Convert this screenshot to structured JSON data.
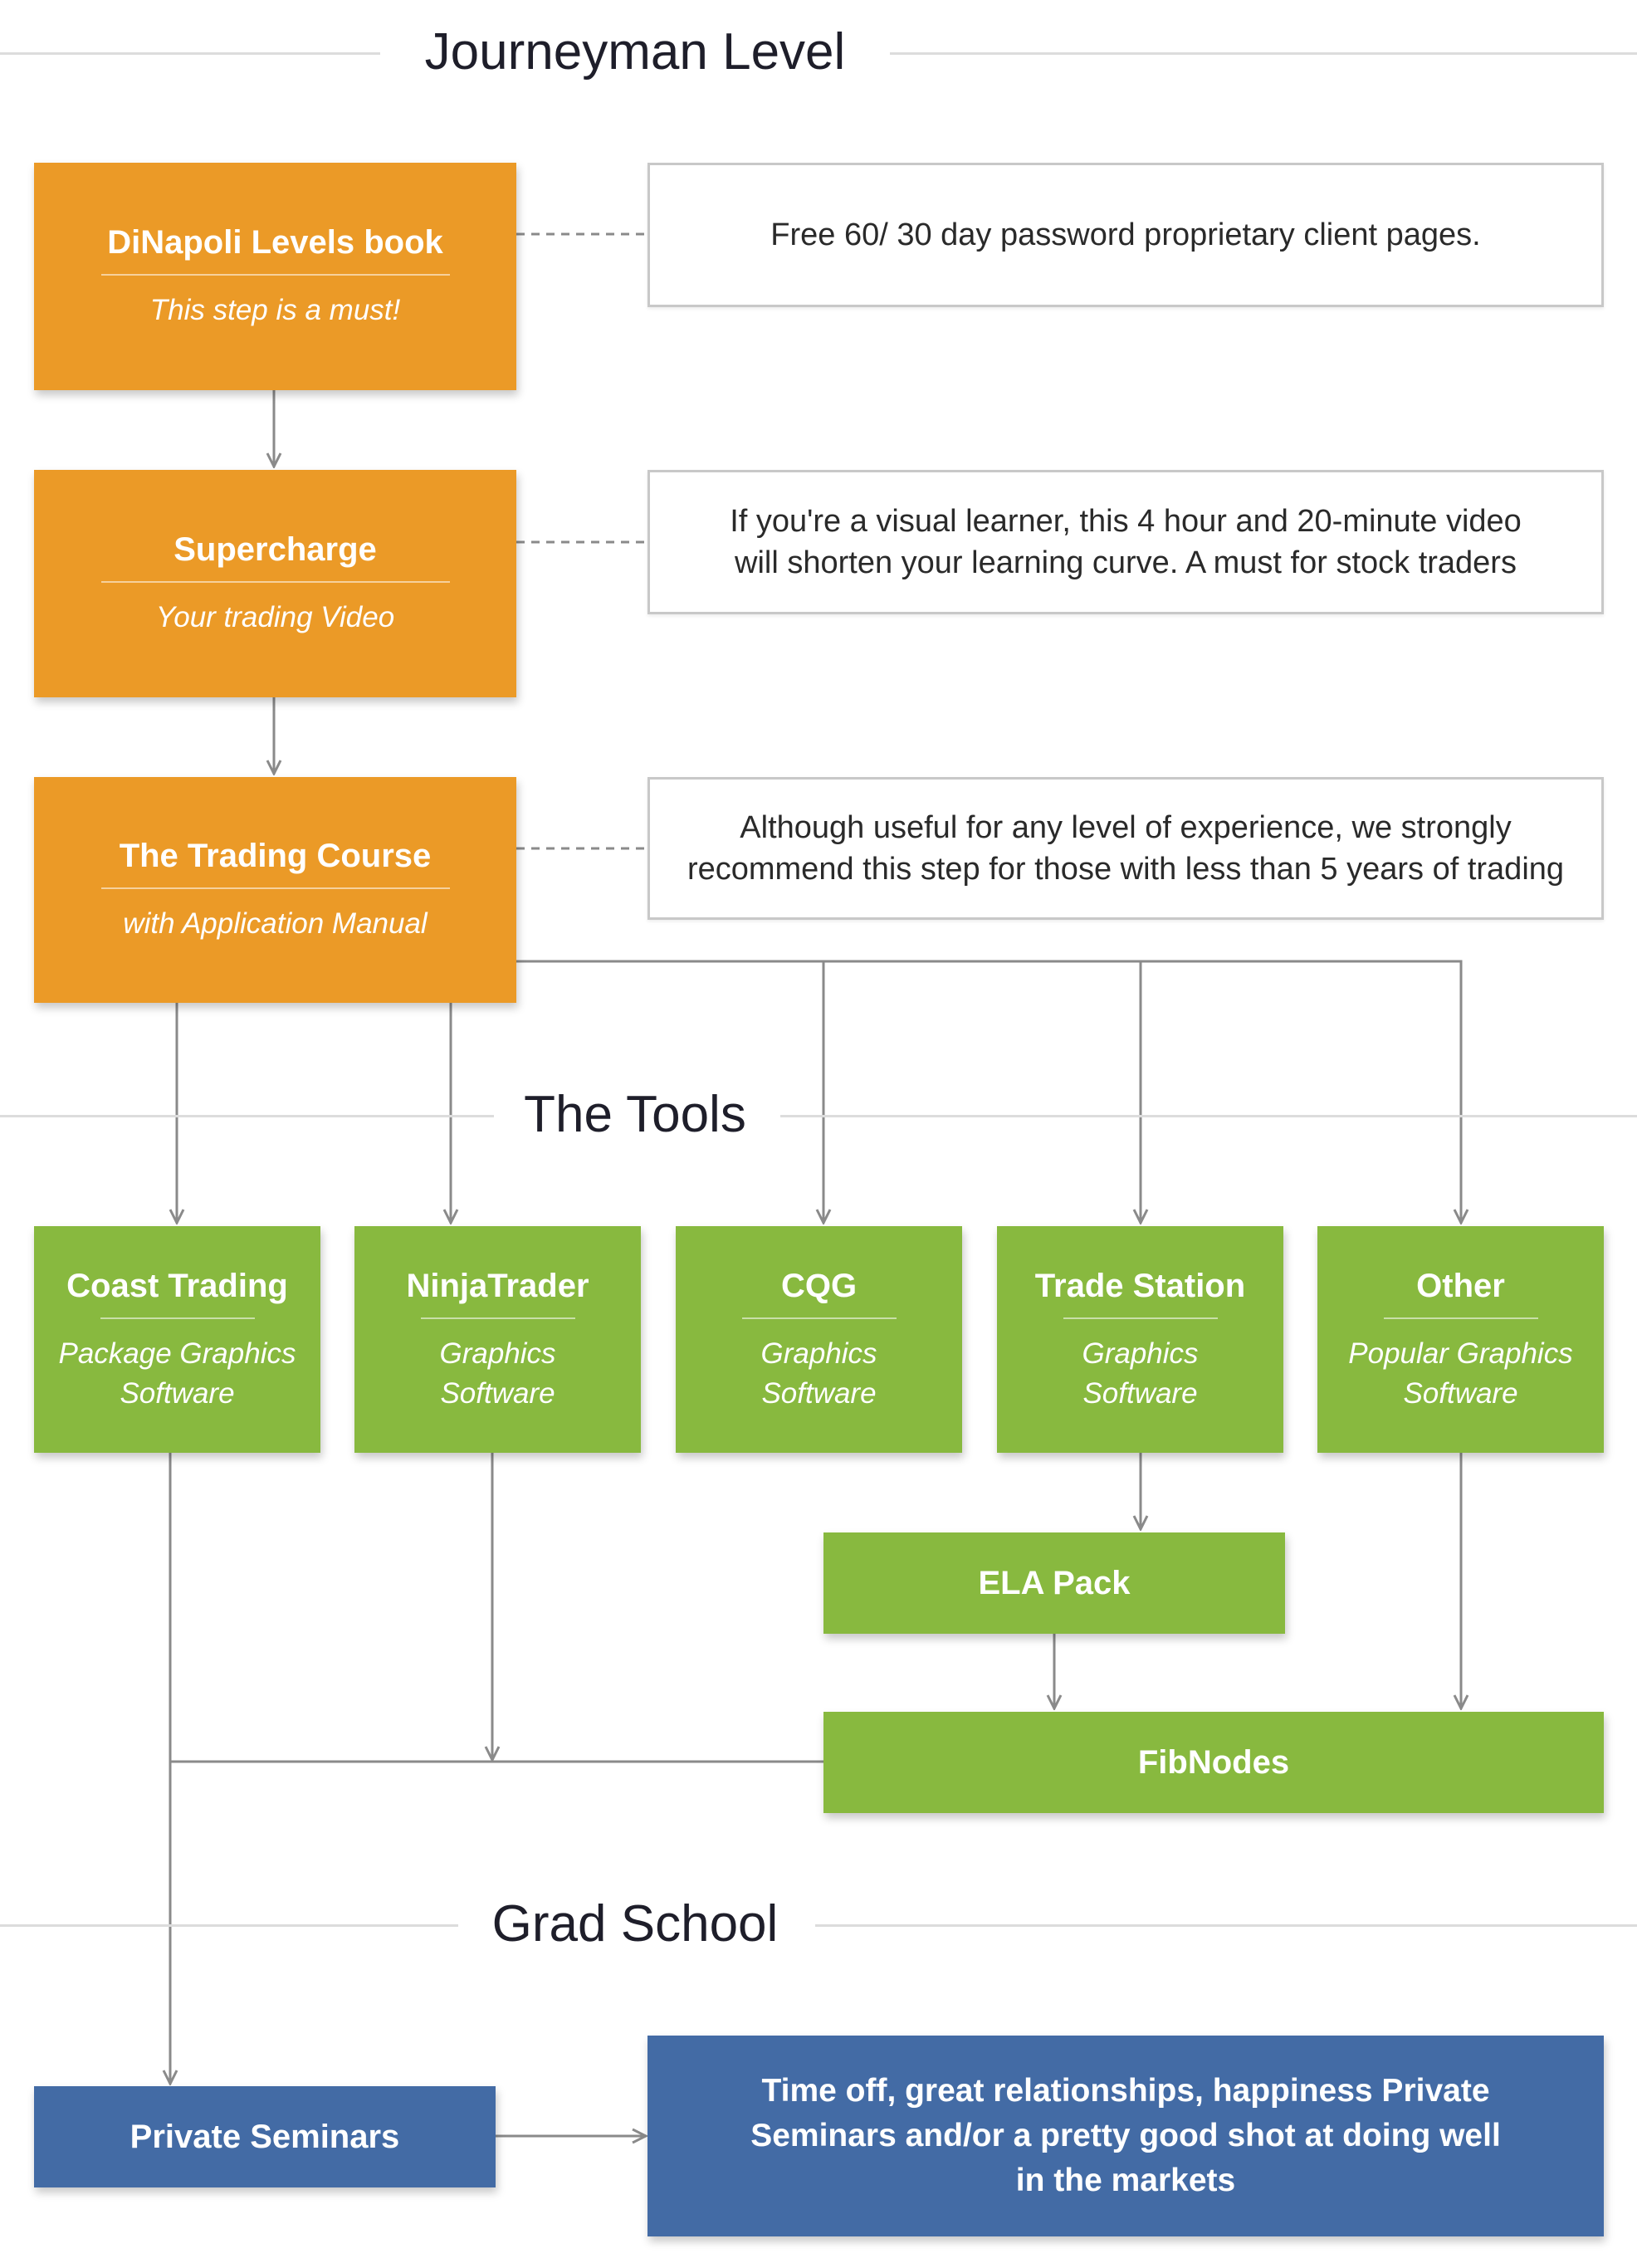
{
  "sections": {
    "journeyman": "Journeyman Level",
    "tools": "The Tools",
    "grad": "Grad School"
  },
  "steps": [
    {
      "title": "DiNapoli Levels book",
      "subtitle": "This step is a must!"
    },
    {
      "title": "Supercharge",
      "subtitle": "Your trading Video"
    },
    {
      "title": "The Trading Course",
      "subtitle": "with Application Manual"
    }
  ],
  "notes": [
    {
      "lines": [
        "Free 60/ 30 day password proprietary client pages."
      ]
    },
    {
      "lines": [
        "If you're a visual learner, this 4 hour and 20-minute video",
        "will shorten your learning curve. A must for stock traders"
      ]
    },
    {
      "lines": [
        "Although useful for any level of experience, we strongly",
        "recommend this step for those with less than 5 years of trading"
      ]
    }
  ],
  "tools": [
    {
      "title": "Coast Trading",
      "sub1": "Package Graphics",
      "sub2": "Software"
    },
    {
      "title": "NinjaTrader",
      "sub1": "Graphics",
      "sub2": "Software"
    },
    {
      "title": "CQG",
      "sub1": "Graphics",
      "sub2": "Software"
    },
    {
      "title": "Trade Station",
      "sub1": "Graphics",
      "sub2": "Software"
    },
    {
      "title": "Other",
      "sub1": "Popular Graphics",
      "sub2": "Software"
    }
  ],
  "ela_pack": "ELA Pack",
  "fibnodes": "FibNodes",
  "private_seminars": "Private Seminars",
  "outcome": {
    "lines": [
      "Time off, great relationships, happiness Private",
      "Seminars and/or a pretty good shot at doing well",
      "in the markets"
    ]
  },
  "colors": {
    "orange": "#eb9a27",
    "green": "#88b93f",
    "blue": "#436ba5",
    "connector": "#8a8a8a"
  }
}
